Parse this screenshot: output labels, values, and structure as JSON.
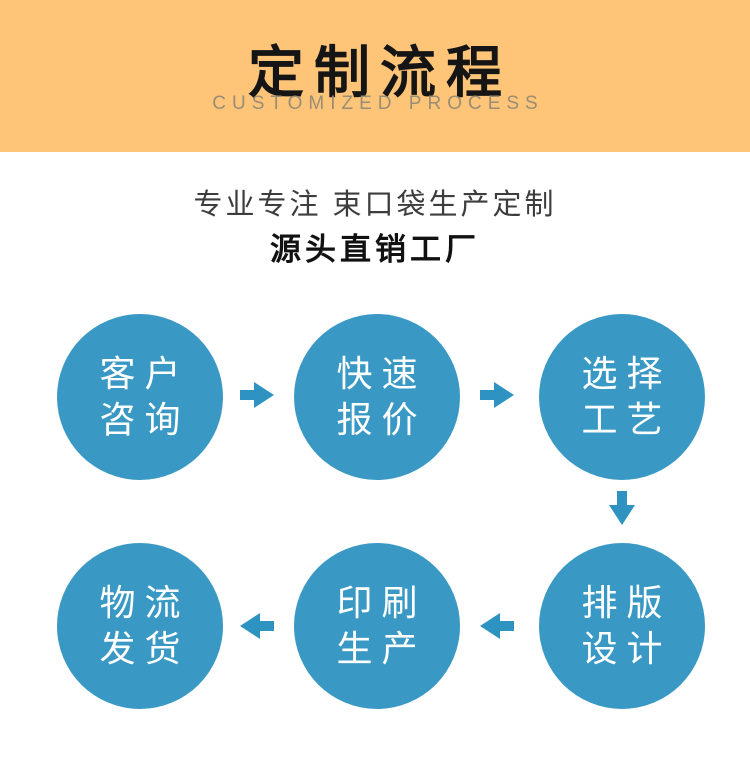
{
  "header": {
    "title": "定制流程",
    "subtitle": "CUSTOMIZED PROCESS",
    "bg_color": "#FEC478",
    "title_color": "#151515",
    "subtitle_color": "#9A8D76"
  },
  "intro": {
    "line1": "专业专注 束口袋生产定制",
    "line2": "源头直销工厂"
  },
  "flow": {
    "circle_color": "#3A99C4",
    "arrow_color": "#2E93C0",
    "text_color": "#FFFFFF",
    "steps": [
      {
        "line1": "客户",
        "line2": "咨询"
      },
      {
        "line1": "快速",
        "line2": "报价"
      },
      {
        "line1": "选择",
        "line2": "工艺"
      },
      {
        "line1": "排版",
        "line2": "设计"
      },
      {
        "line1": "印刷",
        "line2": "生产"
      },
      {
        "line1": "物流",
        "line2": "发货"
      }
    ]
  }
}
